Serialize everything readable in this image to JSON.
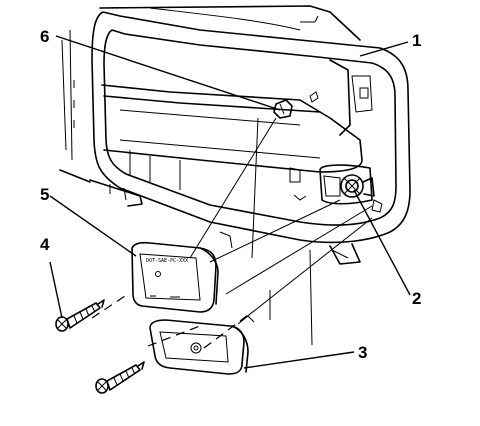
{
  "callouts": [
    {
      "id": "1",
      "label": "1"
    },
    {
      "id": "2",
      "label": "2"
    },
    {
      "id": "3",
      "label": "3"
    },
    {
      "id": "4",
      "label": "4"
    },
    {
      "id": "5",
      "label": "5"
    },
    {
      "id": "6",
      "label": "6"
    }
  ],
  "lamp_fine_print": "DOT-SAE-PC-XXX"
}
